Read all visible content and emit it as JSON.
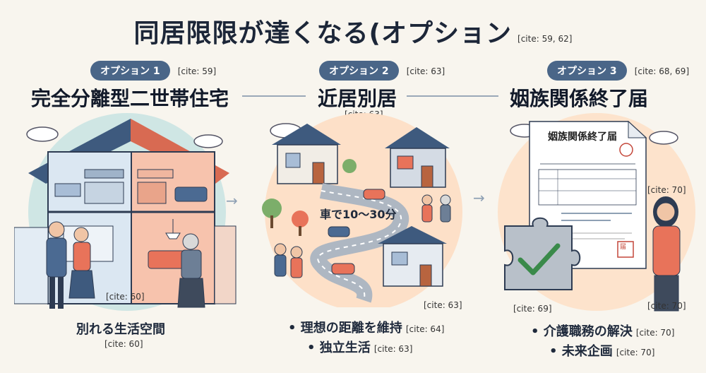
{
  "title": "同居限限が達くなる(オプション",
  "title_cite": "[cite: 59, 62]",
  "options": [
    {
      "pill": "オプション 1",
      "pill_cite": "[cite: 59]",
      "heading": "完全分離型二世帯住宅",
      "illustration_cite": "[cite: 60]",
      "bullet": "別れる生活空間",
      "bullet_cite": "[cite: 60]"
    },
    {
      "pill": "オプション 2",
      "pill_cite": "[cite: 63]",
      "heading": "近居別居",
      "heading_cite": "[cite: 63]",
      "road_label": "車で10〜30分",
      "illustration_cite": "[cite: 63]",
      "bullets": [
        {
          "text": "• 理想の距離を維持",
          "cite": "[cite: 64]"
        },
        {
          "text": "• 独立生活",
          "cite": "[cite: 63]"
        }
      ]
    },
    {
      "pill": "オプション 3",
      "pill_cite": "[cite: 68, 69]",
      "heading": "姻族関係終了届",
      "doc_title": "姻族関係終了届",
      "doc_stamp": "届",
      "puzzle_cite": "[cite: 69]",
      "person_cite_top": "[cite: 70]",
      "person_cite_bottom": "[cite: 70]",
      "bullets": [
        {
          "text": "• 介護職務の解決",
          "cite": "[cite: 70]"
        },
        {
          "text": "• 未来企画",
          "cite": "[cite: 70]"
        }
      ]
    }
  ],
  "colors": {
    "pill": "#4a6688",
    "accent": "#e8735a",
    "circle1": "#cfe6e4",
    "circle2": "#fde0c8",
    "circle3": "#fde3cc"
  }
}
